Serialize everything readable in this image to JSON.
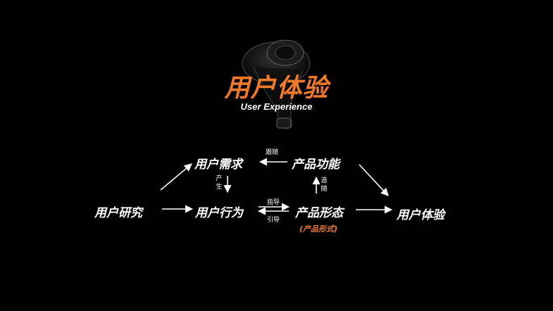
{
  "title": "用户体验",
  "subtitle": "User Experience",
  "nodes": {
    "user_research": "用户研究",
    "user_needs": "用户需求",
    "user_behavior": "用户行为",
    "product_function": "产品功能",
    "product_form": "产品形态",
    "product_form_note": "(产品形式)",
    "user_experience": "用户体验"
  },
  "edge_labels": {
    "follow": "跟随",
    "produce_1": "产",
    "produce_2": "生",
    "chase_1": "追",
    "chase_2": "随",
    "guide": "指导",
    "lead": "引导"
  },
  "colors": {
    "accent": "#f07a2a",
    "text": "#ffffff",
    "background": "#000000"
  },
  "decoration": {
    "background_image": "earbud-image"
  }
}
